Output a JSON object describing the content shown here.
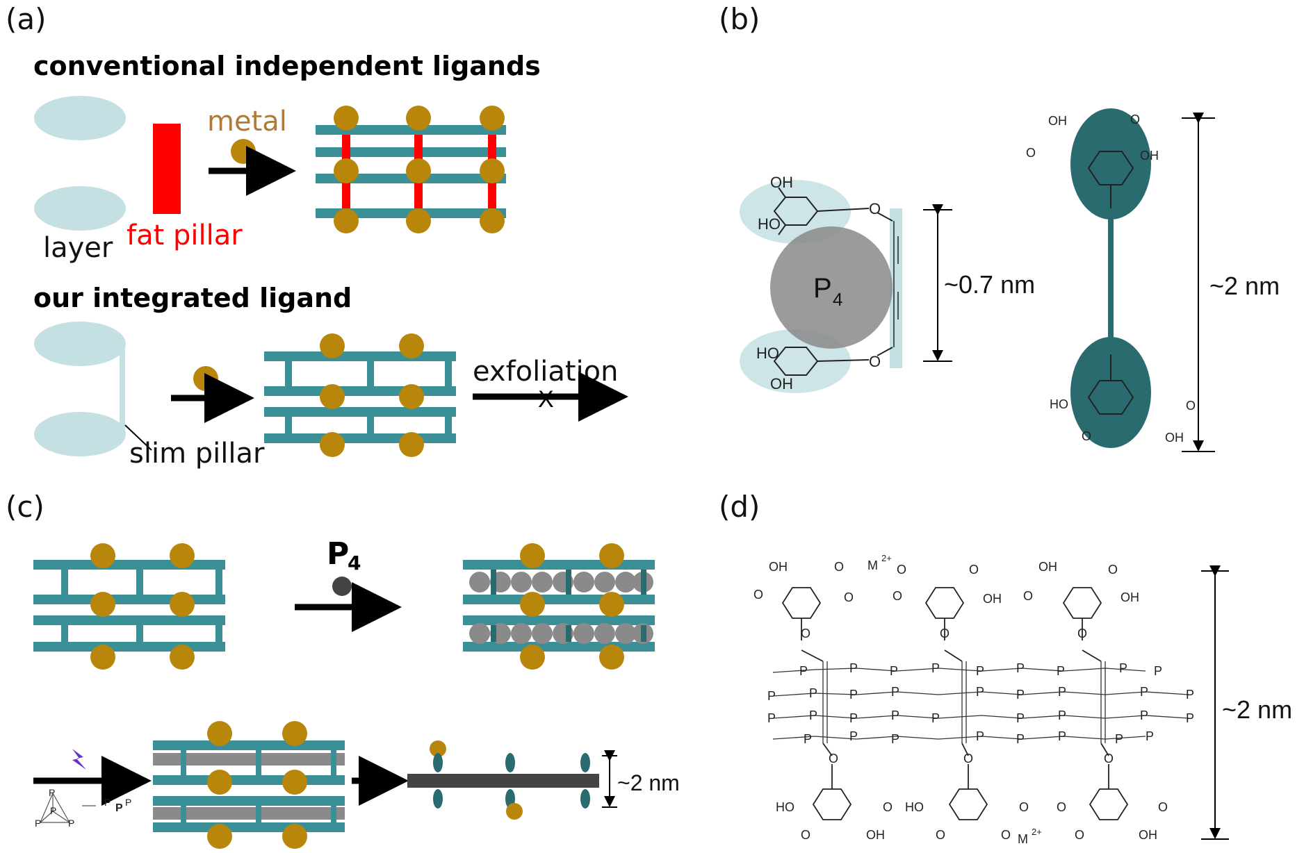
{
  "panels": {
    "a": {
      "label": "(a)",
      "heading_conventional": "conventional independent ligands",
      "heading_integrated": "our integrated ligand",
      "label_layer": "layer",
      "label_fat_pillar": "fat pillar",
      "label_metal": "metal",
      "label_slim_pillar": "slim pillar",
      "label_exfoliation": "exfoliation",
      "exfoliation_mark": "X"
    },
    "b": {
      "label": "(b)",
      "p4_label": "P",
      "p4_subscript": "4",
      "dim_short": "~0.7 nm",
      "dim_long": "~2 nm",
      "oh": "OH",
      "ho": "HO",
      "o": "O"
    },
    "c": {
      "label": "(c)",
      "p4_label": "P",
      "p4_subscript": "4",
      "dim": "~2 nm",
      "p": "P"
    },
    "d": {
      "label": "(d)",
      "dim": "~2 nm",
      "metal": "M",
      "metal_charge": "2+",
      "minus": "−",
      "oh": "OH",
      "ho": "HO",
      "o": "O",
      "p": "P"
    }
  },
  "colors": {
    "teal": "#3b8f96",
    "dark_teal": "#2a6b6f",
    "gold": "#b8860b",
    "red": "#ff0000",
    "light_teal": "#c5e0e3",
    "metal_text": "#b07a3a",
    "gray": "#8a8a8a",
    "dark_gray": "#444444"
  }
}
